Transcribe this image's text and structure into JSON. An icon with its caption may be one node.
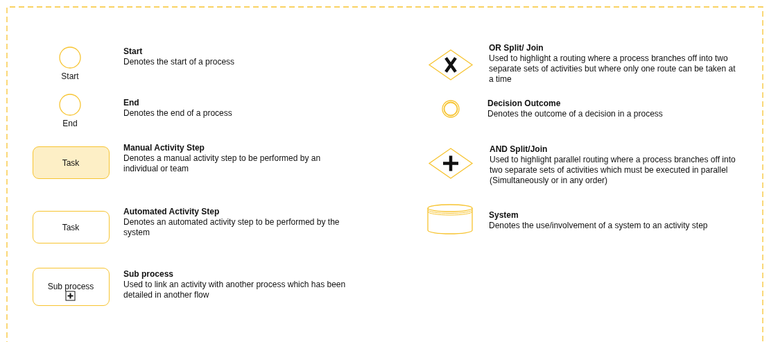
{
  "diagram": {
    "nodes": [
      {
        "text": [
          "Start"
        ],
        "beside": [
          "Start",
          "Denotes the start of a process"
        ]
      },
      {
        "text": [
          "End"
        ],
        "beside": [
          "End",
          "Denotes the end of a process"
        ]
      },
      {
        "text": [
          "Task"
        ],
        "beside": [
          "Manual Activity Step",
          "Denotes a manual activity step to be performed by an individual or team"
        ]
      },
      {
        "text": [
          "Task"
        ],
        "beside": [
          "Automated Activity Step",
          "Denotes an automated activity step to be performed by the system"
        ]
      },
      {
        "text": [
          "Sub process"
        ],
        "beside": [
          "Sub process",
          "Used to link an activity with another process which has been detailed in another flow"
        ]
      },
      {
        "text": [],
        "shape": "diamond",
        "beside": [
          "OR Split/ Join",
          "Used to highlight a routing where a process branches off into two separate sets of activities but where only one route can be taken at a time"
        ]
      },
      {
        "text": [],
        "shape": "circle",
        "beside": [
          "Decision Outcome",
          "Denotes the outcome of a decision in a process"
        ]
      },
      {
        "text": [],
        "shape": "diamond",
        "beside": [
          "AND Split/Join",
          "Used to highlight parallel routing where a process branches off into two separate sets of activities which must be executed in parallel (Simultaneously or in any order)"
        ]
      },
      {
        "text": [],
        "shape": "cylinder",
        "beside": [
          "System",
          "Denotes the use/involvement of a system to an activity step"
        ]
      }
    ]
  }
}
